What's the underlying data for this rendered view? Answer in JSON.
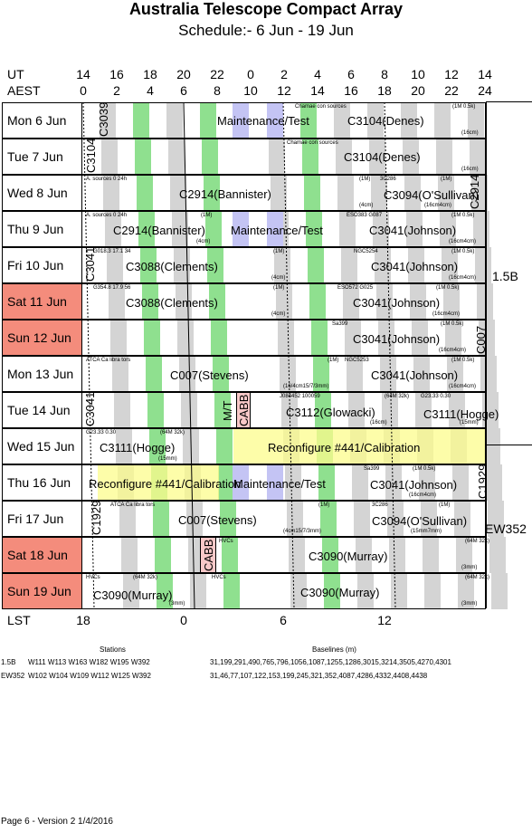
{
  "title": "Australia Telescope Compact Array",
  "subtitle": "Schedule:- 6  Jun - 19 Jun",
  "axis": {
    "ut_label": "UT",
    "aest_label": "AEST",
    "lst_label": "LST",
    "ut_ticks": [
      "14",
      "16",
      "18",
      "20",
      "22",
      "0",
      "2",
      "4",
      "6",
      "8",
      "10",
      "12",
      "14"
    ],
    "aest_ticks": [
      "0",
      "2",
      "4",
      "6",
      "8",
      "10",
      "12",
      "14",
      "16",
      "18",
      "20",
      "22",
      "24"
    ],
    "lst_ticks": [
      "18",
      "0",
      "6",
      "12"
    ]
  },
  "days": [
    {
      "label": "Mon   6  Jun",
      "weekend": false
    },
    {
      "label": "Tue   7  Jun",
      "weekend": false
    },
    {
      "label": "Wed   8  Jun",
      "weekend": false
    },
    {
      "label": "Thu   9  Jun",
      "weekend": false
    },
    {
      "label": "Fri   10  Jun",
      "weekend": false
    },
    {
      "label": "Sat   11  Jun",
      "weekend": true
    },
    {
      "label": "Sun   12  Jun",
      "weekend": true
    },
    {
      "label": "Mon   13  Jun",
      "weekend": false
    },
    {
      "label": "Tue   14  Jun",
      "weekend": false
    },
    {
      "label": "Wed   15  Jun",
      "weekend": false
    },
    {
      "label": "Thu   16  Jun",
      "weekend": false
    },
    {
      "label": "Fri   17  Jun",
      "weekend": false
    },
    {
      "label": "Sat   18  Jun",
      "weekend": true
    },
    {
      "label": "Sun   19  Jun",
      "weekend": true
    }
  ],
  "configs": {
    "first": "1.5B",
    "second": "EW352"
  },
  "blocks": {
    "r0": {
      "maint": "Maintenance/Test",
      "project": "C3104(Denes)",
      "note1": "Chamae con sources",
      "tag1": "(1M 0.5k)",
      "tag2": "(16cm)",
      "vert": "C3039"
    },
    "r1": {
      "project": "C3104(Denes)",
      "note1": "Chamae con sources",
      "tag2": "(16cm)",
      "vert": "C3104"
    },
    "r2": {
      "project": "C2914(Bannister)",
      "note1": "A. sources 0 24h",
      "p2": "C3094(O'Sullivan)",
      "note2": "3C286",
      "tag1": "(1M)",
      "tag2": "(16cm4cm)",
      "tag3": "(4cm)",
      "tag4": "(1M)",
      "vert": "C2914"
    },
    "r3": {
      "project": "C2914(Bannister)",
      "maint": "Maintenance/Test",
      "p2": "C3041(Johnson)",
      "note1": "A. sources 0 24h",
      "note2": "ESO383 G087",
      "tag1": "(1M)",
      "tag2": "(4cm)",
      "tag3": "(1M 0.5k)",
      "tag4": "(16cm4cm)"
    },
    "r4": {
      "project": "C3088(Clements)",
      "p2": "C3041(Johnson)",
      "note1": "G018.3 17.1 34",
      "note2": "NGC5254",
      "tag1": "(1M)",
      "tag2": "(4cm)",
      "tag3": "(1M 0.5k)",
      "tag4": "(16cm4cm)",
      "vert": "C3041"
    },
    "r5": {
      "project": "C3088(Clements)",
      "p2": "C3041(Johnson)",
      "note1": "G354.8 17.9 56",
      "note2": "ESO572 G025",
      "tag1": "(1M)",
      "tag2": "(4cm)",
      "tag3": "(1M 0.5k)",
      "tag4": "(16cm4cm)"
    },
    "r6": {
      "p2": "C3041(Johnson)",
      "note2": "Sa399",
      "tag3": "(1M 0.5k)",
      "tag4": "(16cm4cm)",
      "vert": "C007"
    },
    "r7": {
      "project": "C007(Stevens)",
      "p2": "C3041(Johnson)",
      "note1": "ATCA Ca libra tors",
      "note2": "NGC5253",
      "tag1": "(1M)",
      "tag2": "(16/4cm15/7/3mm)",
      "tag3": "(1M 0.5k)",
      "tag4": "(16cm4cm)"
    },
    "r8": {
      "mt": "M/T",
      "cabb": "CABB",
      "project": "C3112(Glowacki)",
      "p2": "C3111(Hogge)",
      "note1": "J084452 100059",
      "note2": "G23.33 0.30",
      "tag1": "(64M 32k)",
      "tag2": "(16cm)",
      "tag3": "(15mm)",
      "vert": "C3041"
    },
    "r9": {
      "project": "C3111(Hogge)",
      "reconf": "Reconfigure #441/Calibration",
      "note1": "G23.33 0.30",
      "tag1": "(64M 32k)",
      "tag2": "(15mm)"
    },
    "r10": {
      "reconf": "Reconfigure #441/Calibration",
      "maint": "Maintenance/Test",
      "p2": "C3041(Johnson)",
      "note2": "Sa399",
      "tag3": "(1M 0.5k)",
      "tag4": "(16cm4cm)",
      "vert": "C1929"
    },
    "r11": {
      "project": "C007(Stevens)",
      "p2": "C3094(O'Sullivan)",
      "note1": "ATCA Ca libra tors",
      "note2": "3C286",
      "tag1": "(1M)",
      "tag2": "(4cm15/7/3mm)",
      "tag3": "(1M)",
      "tag4": "(15mm7mm)",
      "vert": "C1929"
    },
    "r12": {
      "cabb": "CABB",
      "project": "C3090(Murray)",
      "note1": "HVCs",
      "tag1": "(64M 32k)",
      "tag2": "(3mm)"
    },
    "r13": {
      "p0": "C3090(Murray)",
      "project": "C3090(Murray)",
      "note0": "HVCs",
      "note1": "HVCs",
      "tag0": "(64M 32k)",
      "tag0b": "(3mm)",
      "tag1": "(64M 32k)",
      "tag2": "(3mm)"
    }
  },
  "footer": {
    "stations_header": "Stations",
    "baselines_header": "Baselines (m)",
    "cfg1_name": "1.5B",
    "cfg1_stations": "W111 W113 W163 W182 W195 W392",
    "cfg1_baselines": "31,199,291,490,765,796,1056,1087,1255,1286,3015,3214,3505,4270,4301",
    "cfg2_name": "EW352",
    "cfg2_stations": "W102 W104 W109 W112 W125 W392",
    "cfg2_baselines": "31,46,77,107,122,153,199,245,321,352,4087,4286,4332,4408,4438",
    "page": "Page 6 - Version 2  1/4/2016"
  },
  "colors": {
    "green": "#8fe08f",
    "gray": "#d4d4d4",
    "blue": "#c4c4f4",
    "yellow": "#fcfc8c",
    "weekend": "#f48c7c",
    "cabb": "#f8c8c8"
  }
}
